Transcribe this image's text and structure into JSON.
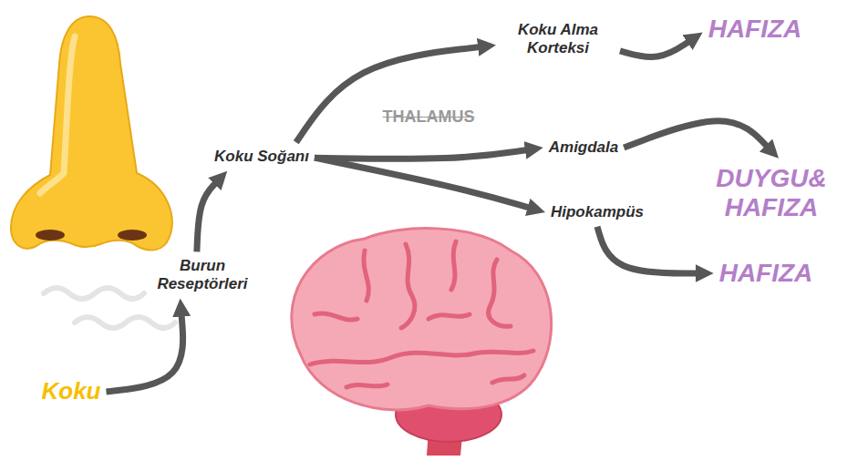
{
  "diagram": {
    "nodes": [
      {
        "text": [
          "Koku"
        ]
      },
      {
        "text": [
          "Burun Reseptörleri"
        ]
      },
      {
        "text": [
          "Koku Soğanı"
        ]
      },
      {
        "text": [
          "Koku Alma Korteksi"
        ]
      },
      {
        "text": [
          "HAFIZA"
        ]
      },
      {
        "text": [
          "Amigdala"
        ]
      },
      {
        "text": [
          "DUYGU& HAFIZA"
        ]
      },
      {
        "text": [
          "Hipokampüs"
        ]
      },
      {
        "text": [
          "HAFIZA"
        ]
      }
    ],
    "edges": [
      {
        "from": 0,
        "to": 1,
        "arrow": "to"
      },
      {
        "from": 1,
        "to": 2,
        "arrow": "to"
      },
      {
        "from": 2,
        "to": 3,
        "arrow": "to"
      },
      {
        "from": 3,
        "to": 4,
        "arrow": "to"
      },
      {
        "from": 2,
        "to": 5,
        "arrow": "to"
      },
      {
        "from": 2,
        "to": 7,
        "arrow": "to"
      },
      {
        "from": 5,
        "to": 6,
        "arrow": "to"
      },
      {
        "from": 7,
        "to": 8,
        "arrow": "to"
      }
    ],
    "labels": [
      "THALAMUS"
    ]
  }
}
